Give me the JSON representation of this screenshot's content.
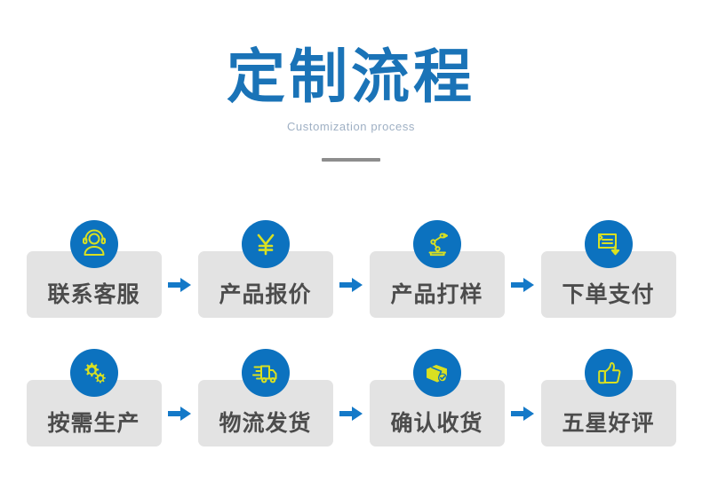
{
  "header": {
    "title": "定制流程",
    "subtitle": "Customization process",
    "divider": "divider-bar"
  },
  "colors": {
    "title_blue": "#1a73b7",
    "badge_blue": "#0c72bf",
    "icon_yellow": "#d9e021",
    "card_gray": "#e3e3e3",
    "label_gray": "#4c4c4c",
    "subtitle_gray": "#9fb0c4",
    "divider_gray": "#8d8d8d",
    "arrow_blue": "#1479c8",
    "background": "#ffffff"
  },
  "flow": {
    "arrow_symbol": "➡",
    "rows": [
      {
        "steps": [
          {
            "label": "联系客服",
            "icon": "headset-support-icon"
          },
          {
            "label": "产品报价",
            "icon": "yuan-currency-icon"
          },
          {
            "label": "产品打样",
            "icon": "robot-arm-icon"
          },
          {
            "label": "下单支付",
            "icon": "document-download-icon"
          }
        ]
      },
      {
        "steps": [
          {
            "label": "按需生产",
            "icon": "gears-icon"
          },
          {
            "label": "物流发货",
            "icon": "delivery-truck-icon"
          },
          {
            "label": "确认收货",
            "icon": "package-check-icon"
          },
          {
            "label": "五星好评",
            "icon": "thumbs-up-icon"
          }
        ]
      }
    ]
  }
}
